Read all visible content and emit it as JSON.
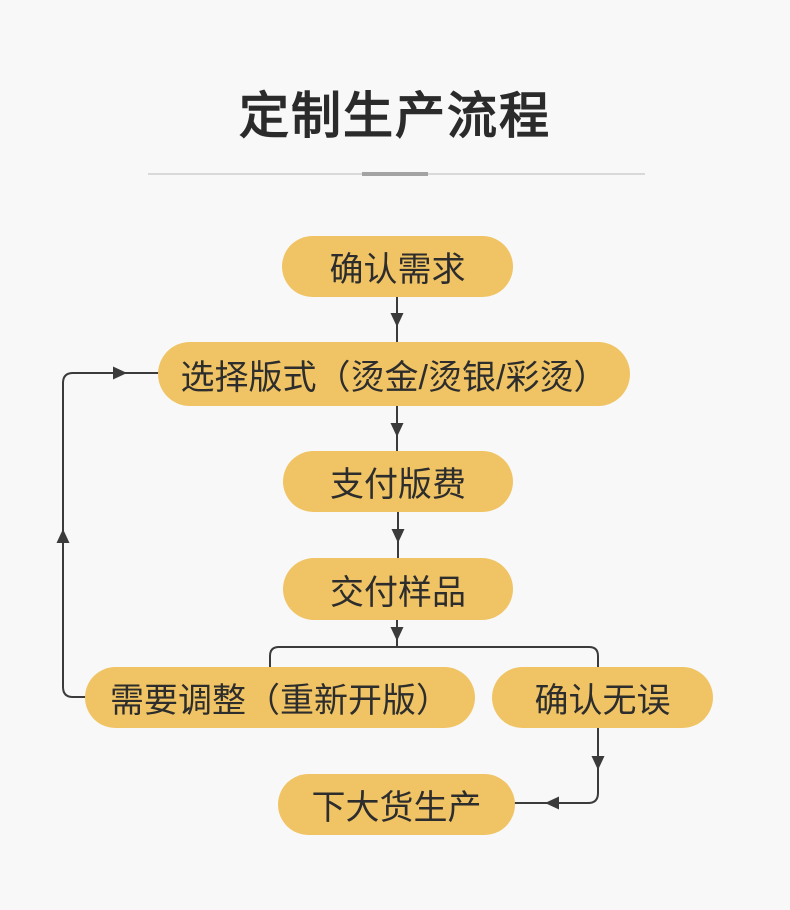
{
  "page": {
    "background_color": "#f8f8f8"
  },
  "header": {
    "title": "定制生产流程",
    "divider": {
      "line_color": "#d9d9d9",
      "accent_color": "#a3a3a3"
    }
  },
  "flowchart": {
    "node_fill_color": "#f0c464",
    "node_text_color": "#2d2d2d",
    "connector_color": "#3b3b3b",
    "nodes": [
      {
        "id": "confirm-requirements",
        "label": "确认需求"
      },
      {
        "id": "choose-plate-style",
        "label": "选择版式（烫金/烫银/彩烫）"
      },
      {
        "id": "pay-plate-fee",
        "label": "支付版费"
      },
      {
        "id": "deliver-sample",
        "label": "交付样品"
      },
      {
        "id": "need-adjustment",
        "label": "需要调整（重新开版）"
      },
      {
        "id": "confirmed-correct",
        "label": "确认无误"
      },
      {
        "id": "start-bulk-production",
        "label": "下大货生产"
      }
    ],
    "edges": [
      {
        "from": "confirm-requirements",
        "to": "choose-plate-style"
      },
      {
        "from": "choose-plate-style",
        "to": "pay-plate-fee"
      },
      {
        "from": "pay-plate-fee",
        "to": "deliver-sample"
      },
      {
        "from": "deliver-sample",
        "to": "need-adjustment"
      },
      {
        "from": "deliver-sample",
        "to": "confirmed-correct"
      },
      {
        "from": "confirmed-correct",
        "to": "start-bulk-production"
      },
      {
        "from": "need-adjustment",
        "to": "choose-plate-style"
      }
    ]
  }
}
